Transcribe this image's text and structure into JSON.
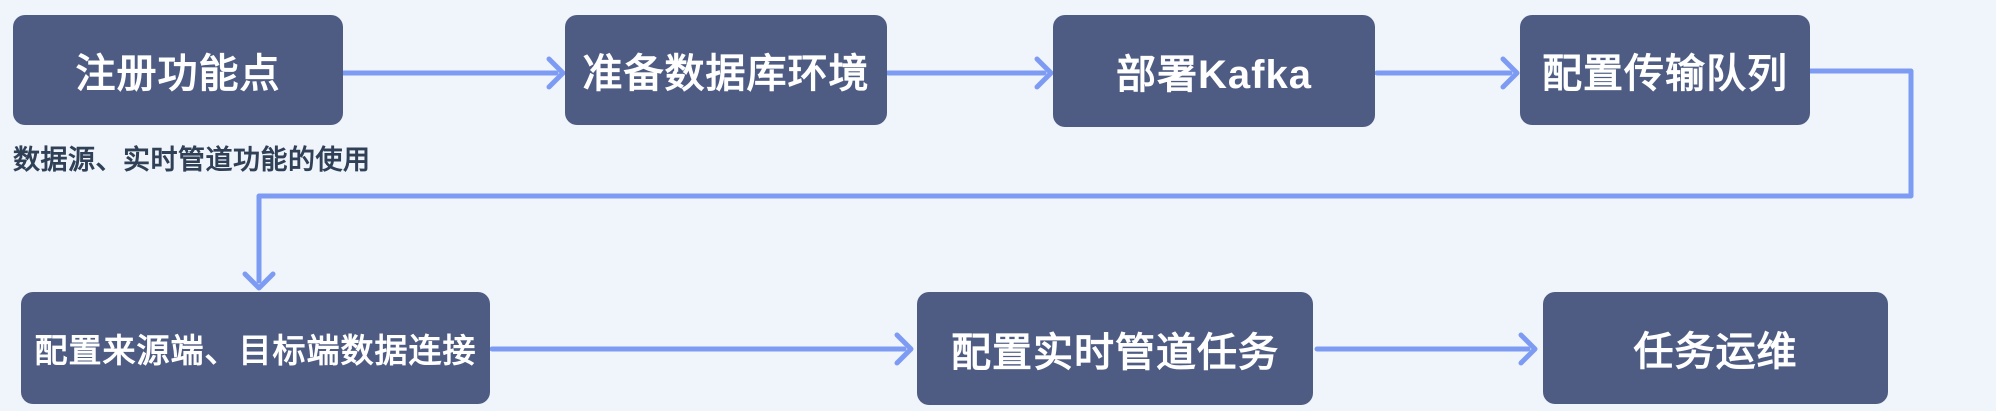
{
  "diagram": {
    "title_caption": "数据源、实时管道功能的使用",
    "colors": {
      "background": "#eff5fb",
      "node_fill": "#4e5c84",
      "node_text": "#ffffff",
      "arrow": "#7d9bf3",
      "caption_text": "#304056"
    },
    "nodes": [
      {
        "id": "register-feature-point",
        "label": "注册功能点",
        "row": 1
      },
      {
        "id": "prepare-database-env",
        "label": "准备数据库环境",
        "row": 1
      },
      {
        "id": "deploy-kafka",
        "label": "部署Kafka",
        "row": 1
      },
      {
        "id": "configure-transfer-queue",
        "label": "配置传输队列",
        "row": 1
      },
      {
        "id": "configure-source-target-connections",
        "label": "配置来源端、目标端数据连接",
        "row": 2
      },
      {
        "id": "configure-realtime-pipeline-task",
        "label": "配置实时管道任务",
        "row": 2
      },
      {
        "id": "task-operations",
        "label": "任务运维",
        "row": 2
      }
    ],
    "edges": [
      {
        "from": "注册功能点",
        "to": "准备数据库环境"
      },
      {
        "from": "准备数据库环境",
        "to": "部署Kafka"
      },
      {
        "from": "部署Kafka",
        "to": "配置传输队列"
      },
      {
        "from": "配置传输队列",
        "to": "配置来源端、目标端数据连接"
      },
      {
        "from": "配置来源端、目标端数据连接",
        "to": "配置实时管道任务"
      },
      {
        "from": "配置实时管道任务",
        "to": "任务运维"
      }
    ]
  }
}
